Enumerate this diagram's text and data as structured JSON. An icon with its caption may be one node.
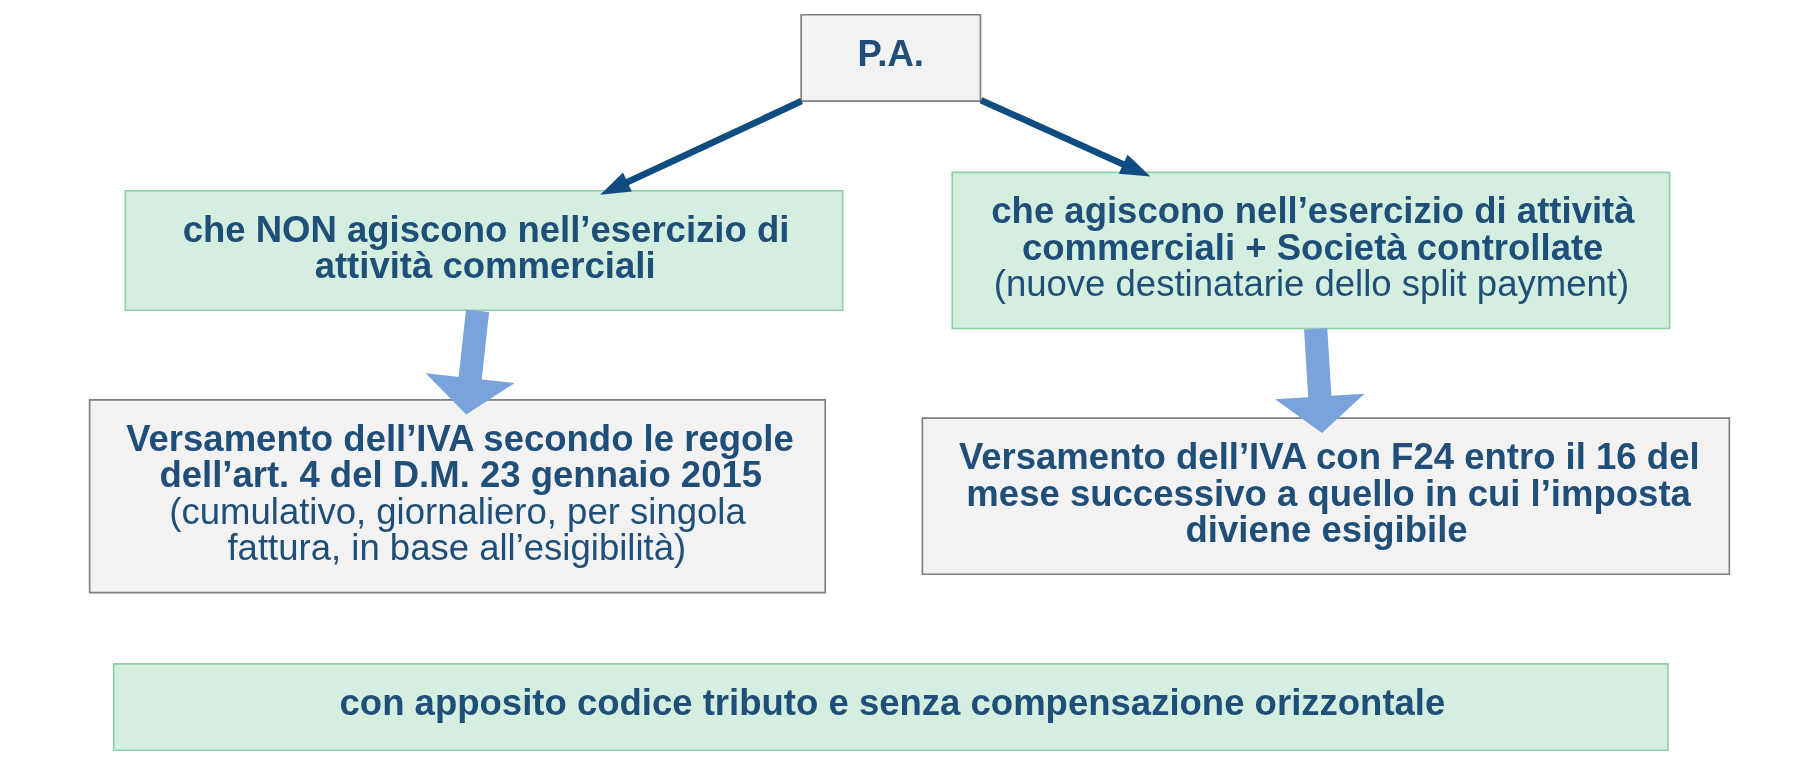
{
  "diagram": {
    "nodes": [
      {
        "text": [
          "P.A."
        ]
      },
      {
        "text": [
          "che NON agiscono nell’esercizio di attività commerciali"
        ]
      },
      {
        "text": [
          "che agiscono nell’esercizio di attività commerciali + Società controllate",
          "(nuove destinatarie dello split payment)"
        ]
      },
      {
        "text": [
          "Versamento dell’IVA secondo le regole dell’art. 4 del D.M. 23 gennaio 2015",
          "(cumulativo, giornaliero, per singola fattura, in base all’esigibilità)"
        ]
      },
      {
        "text": [
          "Versamento dell’IVA con F24 entro il 16 del mese successivo a quello in cui l’imposta diviene esigibile"
        ]
      },
      {
        "text": [
          "con apposito codice tributo e senza compensazione orizzontale"
        ]
      }
    ],
    "edges": [
      {
        "from": 0,
        "to": 1,
        "arrow": "to"
      },
      {
        "from": 0,
        "to": 2,
        "arrow": "to"
      },
      {
        "from": 1,
        "to": 3,
        "arrow": "to",
        "style": "thick",
        "color": "#7aa3dc"
      },
      {
        "from": 2,
        "to": 4,
        "arrow": "to",
        "style": "thick",
        "color": "#7aa3dc"
      }
    ]
  }
}
